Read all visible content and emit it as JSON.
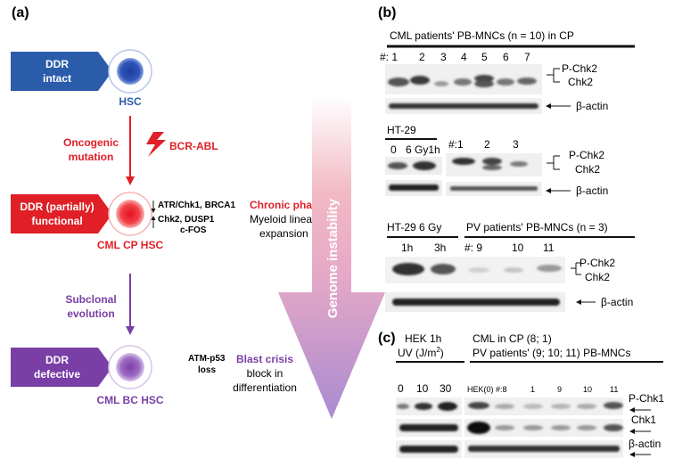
{
  "panel_a": {
    "label": "(a)",
    "stage1": {
      "box_line1": "DDR",
      "box_line2": "intact",
      "cell_label": "HSC"
    },
    "transition1": {
      "line1": "Oncogenic",
      "line2": "mutation",
      "oncogene": "BCR-ABL"
    },
    "stage2": {
      "box_line1": "DDR (partially)",
      "box_line2": "functional",
      "cell_label": "CML CP HSC",
      "down_genes": "ATR/Chk1, BRCA1",
      "up_genes_line1": "Chk2, DUSP1",
      "up_genes_line2": "c-FOS",
      "phase": "Chronic phase",
      "phase_desc_line1": "Myeloid lineage",
      "phase_desc_line2": "expansion"
    },
    "transition2": {
      "line1": "Subclonal",
      "line2": "evolution"
    },
    "stage3": {
      "box_line1": "DDR",
      "box_line2": "defective",
      "cell_label": "CML BC HSC",
      "genes_line1": "ATM-p53",
      "genes_line2": "loss",
      "phase": "Blast crisis",
      "phase_desc_line1": "block in",
      "phase_desc_line2": "differentiation"
    },
    "big_arrow_label": "Genome instability",
    "colors": {
      "blue": "#2b5caa",
      "red": "#e01f26",
      "purple": "#7a3fa6"
    }
  },
  "panel_b": {
    "label": "(b)",
    "blot1": {
      "header": "CML patients' PB-MNCs (n = 10) in CP",
      "lanes": [
        "#: 1",
        "2",
        "3",
        "4",
        "5",
        "6",
        "7"
      ],
      "band_labels": [
        "P-Chk2",
        "Chk2",
        "β-actin"
      ]
    },
    "blot2": {
      "header": "HT-29",
      "lanes": [
        "0",
        "6 Gy1h"
      ],
      "lanes_right": [
        "#:1",
        "2",
        "3"
      ],
      "band_labels": [
        "P-Chk2",
        "Chk2",
        "β-actin"
      ]
    },
    "blot3": {
      "header_left": "HT-29 6 Gy",
      "header_right": "PV patients' PB-MNCs (n = 3)",
      "lanes_left": [
        "1h",
        "3h"
      ],
      "lanes_right": [
        "#: 9",
        "10",
        "11"
      ],
      "band_labels": [
        "P-Chk2",
        "Chk2",
        "β-actin"
      ]
    }
  },
  "panel_c": {
    "label": "(c)",
    "header_left_line1": "HEK 1h",
    "header_left_line2": "UV (J/m",
    "header_left_sup": "2",
    "header_left_close": ")",
    "header_right_line1": "CML in CP (8; 1)",
    "header_right_line2": "PV   patients' (9; 10; 11) PB-MNCs",
    "lanes_left": [
      "0",
      "10",
      "30"
    ],
    "lanes_right": [
      "HEK(0)",
      "#:8",
      "1",
      "9",
      "10",
      "11"
    ],
    "band_labels": [
      "P-Chk1",
      "Chk1",
      "β-actin"
    ]
  }
}
